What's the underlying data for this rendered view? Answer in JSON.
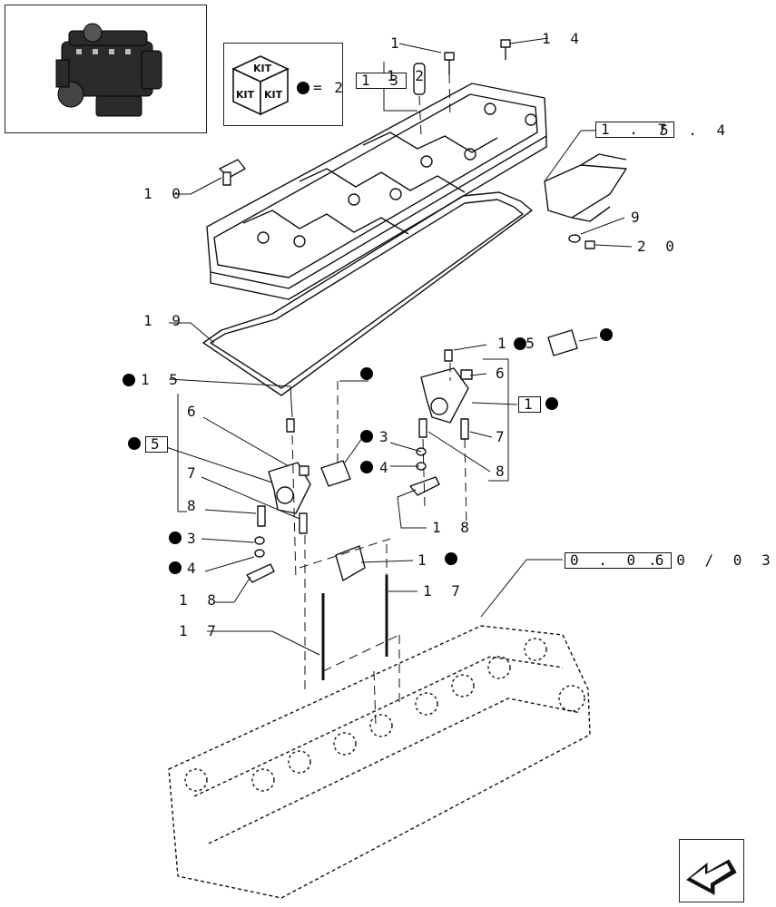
{
  "kit": {
    "word_top": "KIT",
    "word_left": "KIT",
    "word_right": "KIT",
    "equals_text": "= 2"
  },
  "callouts": {
    "c1_top": "1",
    "c14": "1 4",
    "c13": "1 3",
    "c12": "1 2",
    "c1_75_boxed": "1 . 7",
    "c1_75_rest": "5 . 4",
    "c10": "1 0",
    "c9": "9",
    "c20": "2 0",
    "c19": "1 9",
    "c15_right": "1 5",
    "c6_right": "6",
    "c1_right": "1",
    "c7_right": "7",
    "c8_right": "8",
    "c15_left": "1 5",
    "c6_left": "6",
    "c5_left": "5",
    "c7_left": "7",
    "c8_left": "8",
    "c3_left": "3",
    "c4_left": "4",
    "c3_mid": "3",
    "c4_mid": "4",
    "c18_right": "1 8",
    "c18_left": "1 8",
    "c16": "1 6",
    "c17_right": "1 7",
    "c17_left": "1 7",
    "ref_boxed": "0 . 0 6",
    "ref_rest": ". 0 / 0 3"
  }
}
